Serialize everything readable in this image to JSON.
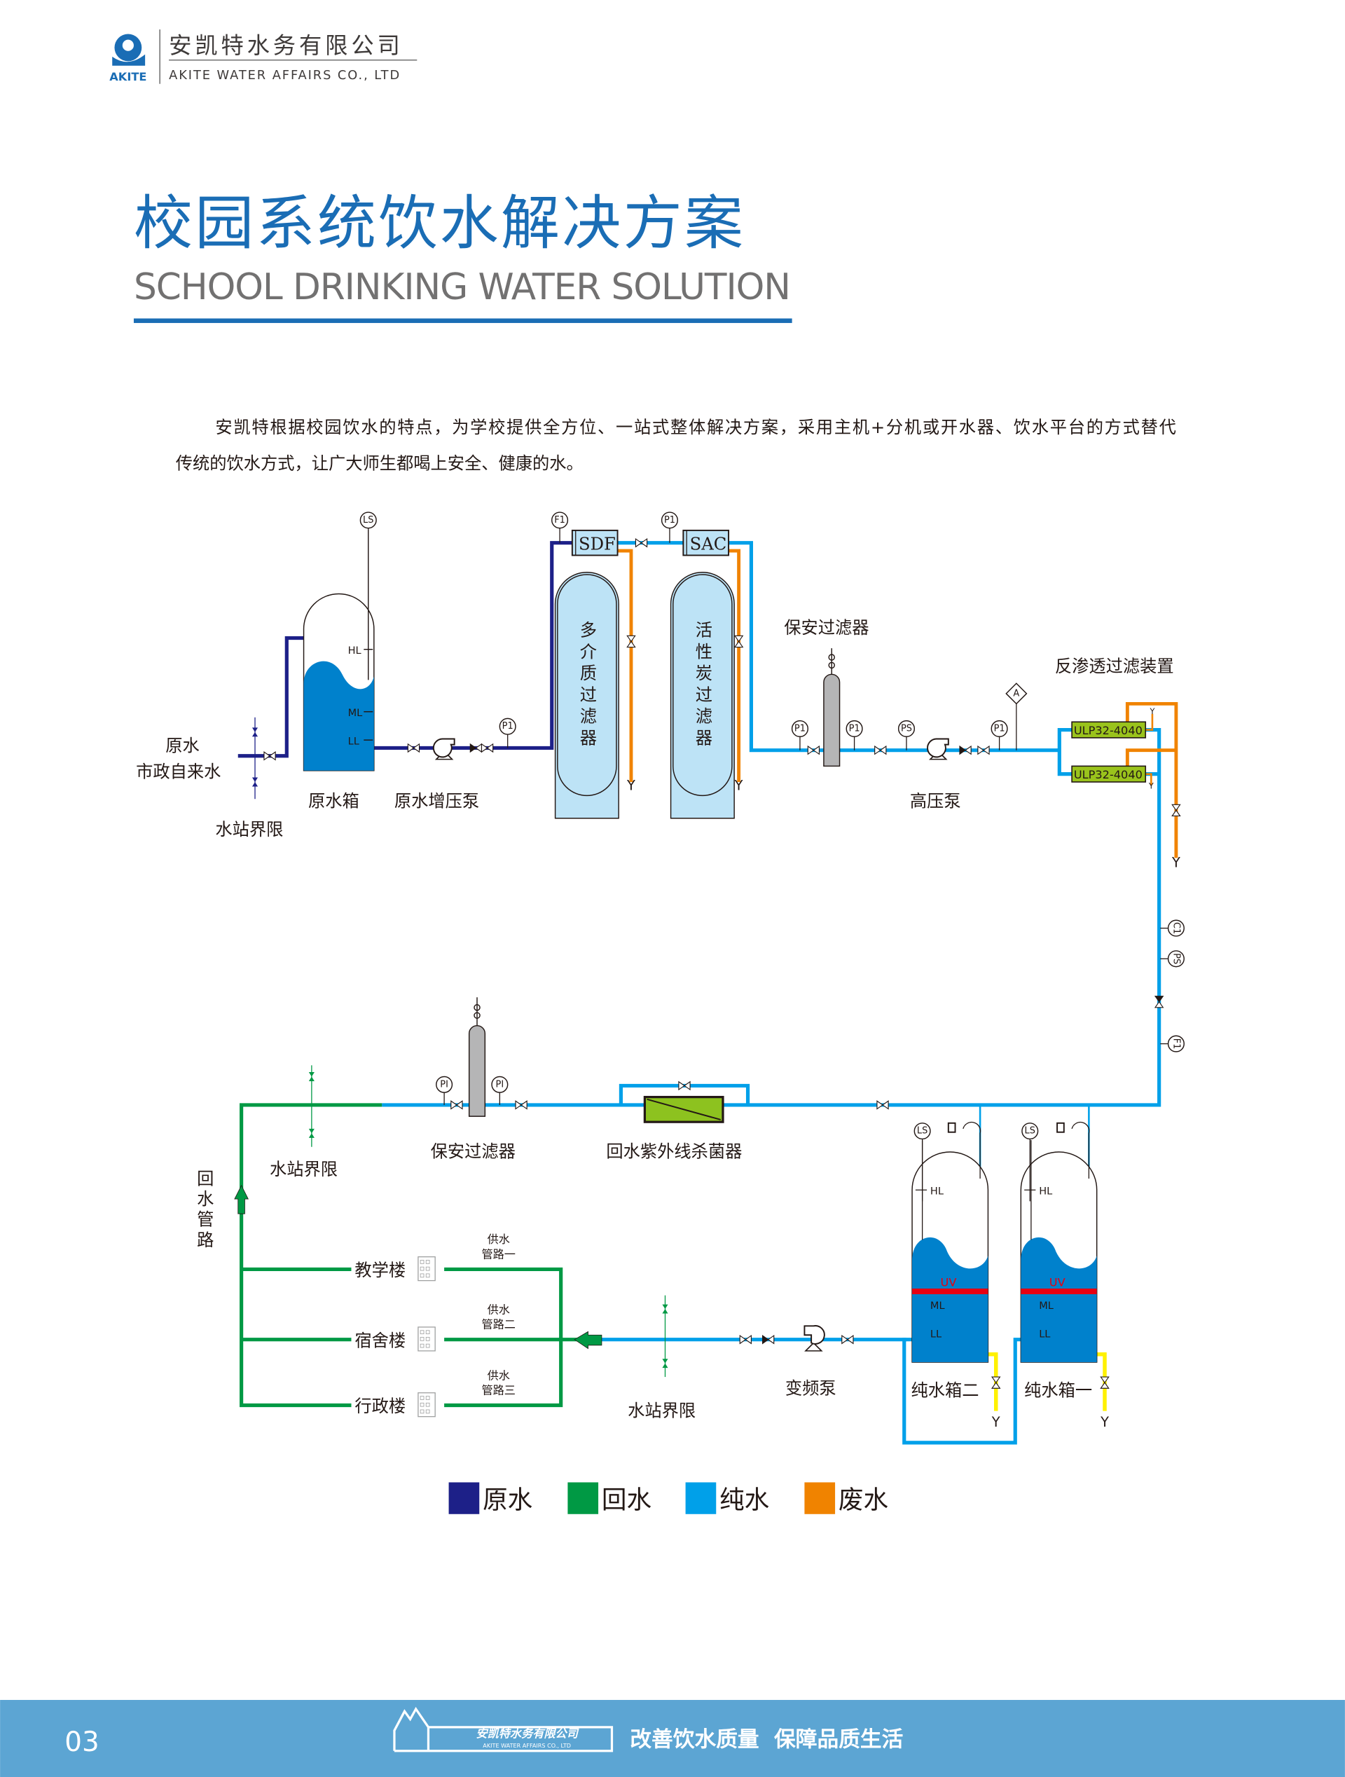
{
  "header": {
    "company_cn": "安凯特水务有限公司",
    "company_en": "AKITE WATER AFFAIRS CO., LTD",
    "logo_text": "AKITE"
  },
  "title": {
    "cn": "校园系统饮水解决方案",
    "en": "SCHOOL DRINKING WATER SOLUTION"
  },
  "intro": {
    "line1": "安凯特根据校园饮水的特点，为学校提供全方位、一站式整体解决方案，采用主机+分机或开水器、饮水平台的方式替代",
    "line2": "传统的饮水方式，让广大师生都喝上安全、健康的水。"
  },
  "diagram": {
    "tags": {
      "p1": "P1",
      "ls": "LS",
      "f1": "F1",
      "ps": "PS",
      "a": "A",
      "c1": "C1",
      "pi": "PI",
      "y": "Y"
    },
    "raw_water": "原水",
    "municipal_water": "市政自来水",
    "station_boundary": "水站界限",
    "raw_tank": "原水箱",
    "raw_booster_pump": "原水增压泵",
    "sdf": "SDF",
    "sac": "SAC",
    "multimedia_filter": "多介质过滤器",
    "carbon_filter": "活性炭过滤器",
    "security_filter": "保安过滤器",
    "high_pressure_pump": "高压泵",
    "ro_unit": "反渗透过滤装置",
    "ro_membrane": "ULP32-4040",
    "uv_sterilizer": "回水紫外线杀菌器",
    "return_pipe": "回水管路",
    "vfd_pump": "变频泵",
    "pure_tank_2": "纯水箱二",
    "pure_tank_1": "纯水箱一",
    "level_hl": "HL",
    "level_ml": "ML",
    "level_ll": "LL",
    "uv": "UV",
    "buildings": [
      {
        "name": "教学楼",
        "pipe_a": "供水",
        "pipe_b": "管路一"
      },
      {
        "name": "宿舍楼",
        "pipe_a": "供水",
        "pipe_b": "管路二"
      },
      {
        "name": "行政楼",
        "pipe_a": "供水",
        "pipe_b": "管路三"
      }
    ]
  },
  "legend": [
    {
      "label": "原水",
      "color": "#1d2088"
    },
    {
      "label": "回水",
      "color": "#009944"
    },
    {
      "label": "纯水",
      "color": "#00a0e9"
    },
    {
      "label": "废水",
      "color": "#f08300"
    }
  ],
  "footer": {
    "page_number": "03",
    "company_cn": "安凯特水务有限公司",
    "company_en": "AKITE WATER AFFAIRS CO., LTD",
    "slogan": "改善饮水质量  保障品质生活",
    "band_color": "#5ca5d3"
  }
}
